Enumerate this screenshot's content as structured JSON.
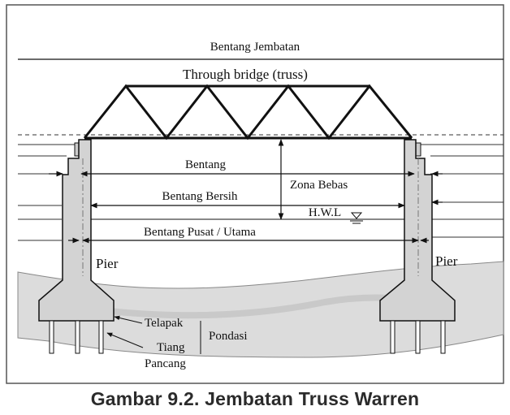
{
  "labels": {
    "bentang_jembatan": "Bentang Jembatan",
    "through_bridge": "Through bridge (truss)",
    "bentang": "Bentang",
    "zona_bebas": "Zona Bebas",
    "bentang_bersih": "Bentang Bersih",
    "hwl": "H.W.L",
    "bentang_pusat": "Bentang Pusat / Utama",
    "pier_left": "Pier",
    "pier_right": "Pier",
    "telapak": "Telapak",
    "tiang": "Tiang",
    "pancang": "Pancang",
    "pondasi": "Pondasi"
  },
  "caption": "Gambar 9.2. Jembatan Truss Warren",
  "colors": {
    "ground": "#d9d9d9",
    "ground_dark": "#c6c6c6",
    "pier_fill": "#d3d3d3",
    "line": "#111111",
    "frame": "#555555"
  }
}
